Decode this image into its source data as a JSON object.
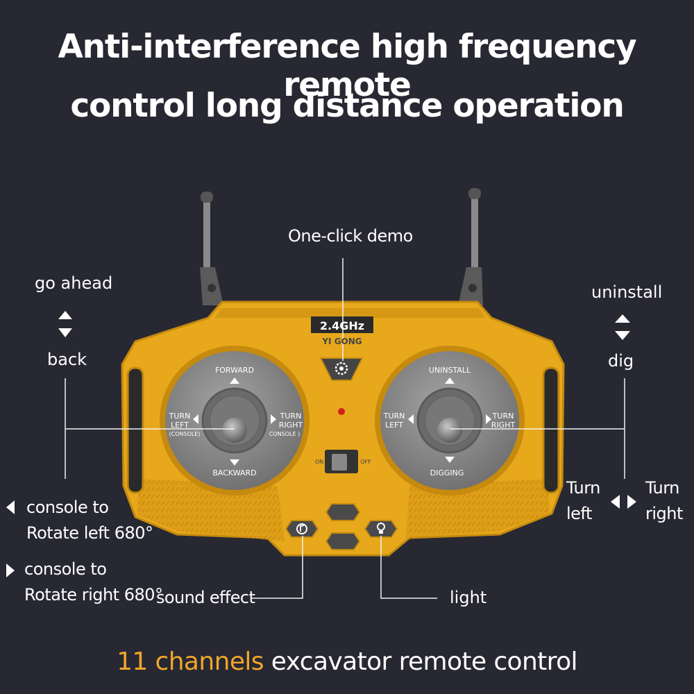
{
  "headline": {
    "line1": "Anti-interference high frequency remote",
    "line2": "control long distance operation"
  },
  "callouts": {
    "one_click_demo": "One-click demo",
    "go_ahead": "go ahead",
    "back": "back",
    "uninstall": "uninstall",
    "dig": "dig",
    "console_left_1": "console to",
    "console_left_2": "Rotate left 680°",
    "console_right_1": "console to",
    "console_right_2": "Rotate right 680°",
    "turn_left_1": "Turn",
    "turn_left_2": "left",
    "turn_right_1": "Turn",
    "turn_right_2": "right",
    "sound_effect": "sound effect",
    "light": "light"
  },
  "remote": {
    "frequency": "2.4GHz",
    "brand": "YI GONG",
    "left_stick": {
      "up": "FORWARD",
      "down": "BACKWARD",
      "left_1": "TURN",
      "left_2": "LEFT",
      "left_3": "(CONSOLE)",
      "right_1": "TURN",
      "right_2": "RIGHT",
      "right_3": "CONSOLE )"
    },
    "right_stick": {
      "up": "UNINSTALL",
      "down": "DIGGING",
      "left_1": "TURN",
      "left_2": "LEFT",
      "right_1": "TURN",
      "right_2": "RIGHT"
    },
    "switch_on": "ON",
    "switch_off": "OFF"
  },
  "footer": {
    "highlight": "11 channels",
    "rest": " excavator remote control"
  },
  "colors": {
    "background": "#272832",
    "body": "#e8a81c",
    "accent": "#f0a62a",
    "dial": "#8c8c8c"
  },
  "icons": [
    "demo-gear-icon",
    "sound-effect-icon",
    "light-bulb-icon",
    "arrow-up-icon",
    "arrow-down-icon",
    "arrow-left-icon",
    "arrow-right-icon"
  ]
}
